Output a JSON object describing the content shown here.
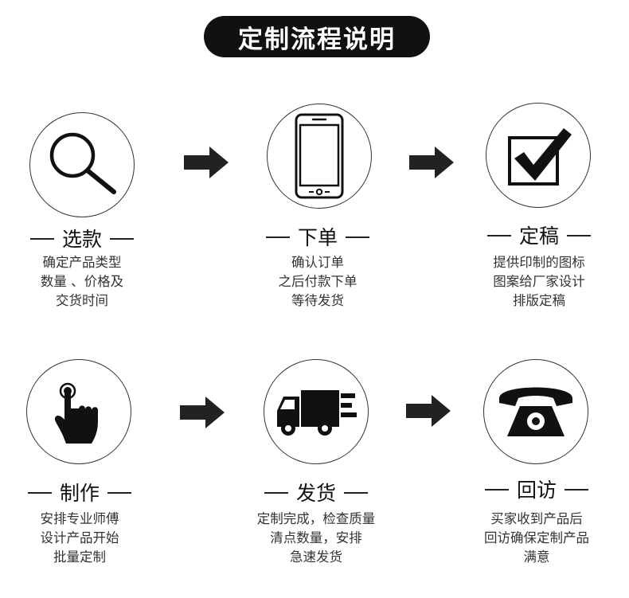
{
  "title": "定制流程说明",
  "steps": [
    {
      "title": "选款",
      "icon": "magnifier-icon",
      "lines": [
        "确定产品类型",
        "数量 、价格及",
        "交货时间"
      ]
    },
    {
      "title": "下单",
      "icon": "smartphone-icon",
      "lines": [
        "确认订单",
        "之后付款下单",
        "等待发货"
      ]
    },
    {
      "title": "定稿",
      "icon": "checkbox-tick-icon",
      "lines": [
        "提供印制的图标",
        "图案给厂家设计",
        "排版定稿"
      ]
    },
    {
      "title": "制作",
      "icon": "finger-tap-icon",
      "lines": [
        "安排专业师傅",
        "设计产品开始",
        "批量定制"
      ]
    },
    {
      "title": "发货",
      "icon": "delivery-truck-icon",
      "lines": [
        "定制完成，检查质量",
        "清点数量，安排",
        "急速发货"
      ]
    },
    {
      "title": "回访",
      "icon": "telephone-icon",
      "lines": [
        "买家收到产品后",
        "回访确保定制产品",
        "满意"
      ]
    }
  ],
  "colors": {
    "ink": "#111111",
    "text": "#333333",
    "background": "#ffffff"
  }
}
